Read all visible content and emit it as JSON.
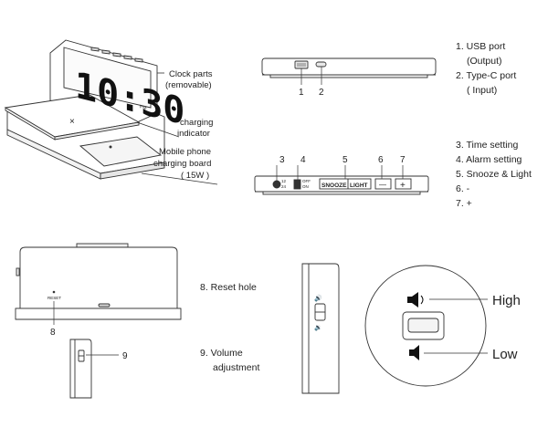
{
  "callouts": {
    "clock_parts": [
      "Clock parts",
      "(removable)"
    ],
    "charging_indicator": [
      "charging",
      "indicator"
    ],
    "charging_board": [
      "Mobile phone",
      "charging board",
      "( 15W )"
    ],
    "reset_hole": "8. Reset hole",
    "volume": [
      "9. Volume",
      "adjustment"
    ],
    "high": "High",
    "low": "Low"
  },
  "legend_top": [
    "1. USB port",
    "(Output)",
    "2. Type-C port",
    "( Input)"
  ],
  "legend_mid": [
    "3. Time setting",
    "4. Alarm setting",
    "5. Snooze & Light",
    "6. -",
    "7. +"
  ],
  "numbers": {
    "n1": "1",
    "n2": "2",
    "n3": "3",
    "n4": "4",
    "n5": "5",
    "n6": "6",
    "n7": "7",
    "n8": "8",
    "n9": "9"
  },
  "device": {
    "clock_digits": "10:30",
    "clock_suffix": "PM",
    "button_bar": {
      "b3a": "12",
      "b3b": "24",
      "b4a": "OFF",
      "b4b": "ON",
      "snooze": "SNOOZE",
      "light": "LIGHT",
      "minus": "—",
      "plus": "+"
    },
    "reset_label": "RESET",
    "pad_mark": "×"
  }
}
